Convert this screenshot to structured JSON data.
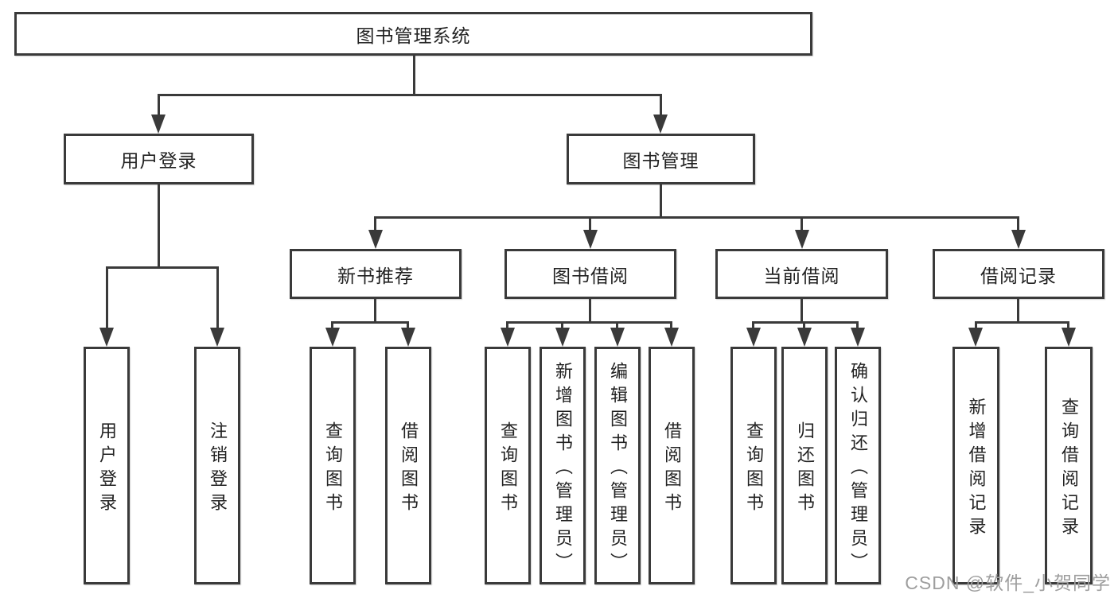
{
  "colors": {
    "line": "#3a3a3a",
    "text": "#222222",
    "box_fill": "#ffffff",
    "watermark": "#9e9e9e"
  },
  "watermark": {
    "text": "CSDN @软件_小贺同学"
  },
  "tree": {
    "type": "functional-structure-tree",
    "root": {
      "label": "图书管理系统",
      "children": [
        {
          "label": "用户登录",
          "children": [
            {
              "label": "用户登录"
            },
            {
              "label": "注销登录"
            }
          ]
        },
        {
          "label": "图书管理",
          "children": [
            {
              "label": "新书推荐",
              "children": [
                {
                  "label": "查询图书"
                },
                {
                  "label": "借阅图书"
                }
              ]
            },
            {
              "label": "图书借阅",
              "children": [
                {
                  "label": "查询图书"
                },
                {
                  "label": "新增图书（管理员）"
                },
                {
                  "label": "编辑图书（管理员）"
                },
                {
                  "label": "借阅图书"
                }
              ]
            },
            {
              "label": "当前借阅",
              "children": [
                {
                  "label": "查询图书"
                },
                {
                  "label": "归还图书"
                },
                {
                  "label": "确认归还（管理员）"
                }
              ]
            },
            {
              "label": "借阅记录",
              "children": [
                {
                  "label": "新增借阅记录"
                },
                {
                  "label": "查询借阅记录"
                }
              ]
            }
          ]
        }
      ]
    }
  }
}
